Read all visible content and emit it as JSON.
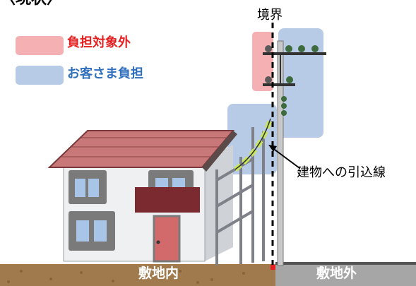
{
  "title": "〈現状〉",
  "boundary_label": "境界",
  "legend": [
    {
      "label": "負担対象外",
      "swatch_color": "#f4b0b3",
      "text_color": "#e41f1f"
    },
    {
      "label": "お客さま負担",
      "swatch_color": "#b7cbe6",
      "text_color": "#2f6fbd"
    }
  ],
  "callout": "建物への引込線",
  "ground": {
    "inside": "敷地内",
    "outside": "敷地外",
    "inside_color": "#a07a4c",
    "outside_color": "#a6a6a6"
  },
  "colors": {
    "roof": "#c9787a",
    "house_wall": "#eef0f2",
    "window_frame": "#7a7a7a",
    "window_glass": "#a8c4e6",
    "door": "#d2696b",
    "balcony": "#7b2a2f",
    "service_wire": "#c8e65a",
    "pole": "#c8c8c8"
  }
}
